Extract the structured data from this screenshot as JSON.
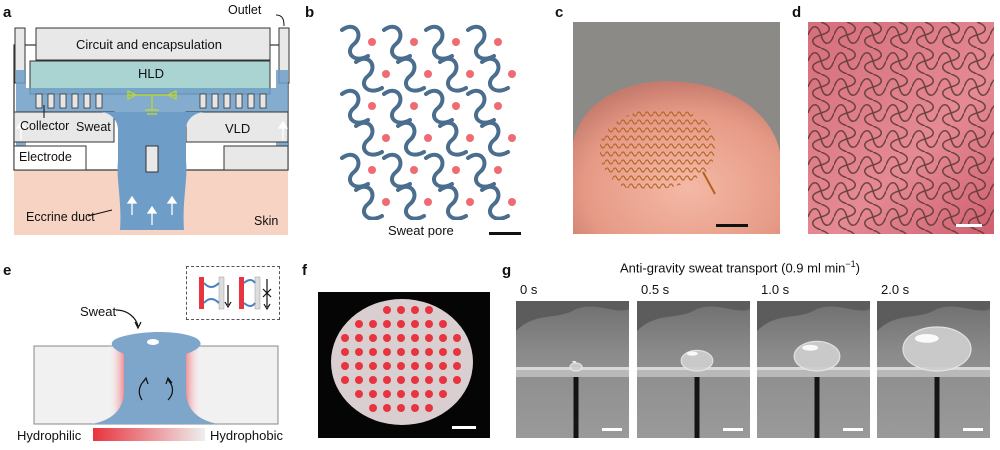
{
  "panels": {
    "a": {
      "letter": "a",
      "labels": {
        "outlet": "Outlet",
        "circuit": "Circuit and encapsulation",
        "hld": "HLD",
        "collector": "Collector",
        "sweat": "Sweat",
        "vld": "VLD",
        "electrode": "Electrode",
        "eccrine": "Eccrine duct",
        "skin": "Skin"
      }
    },
    "b": {
      "letter": "b",
      "caption": "Sweat pore"
    },
    "c": {
      "letter": "c"
    },
    "d": {
      "letter": "d"
    },
    "e": {
      "letter": "e",
      "sweat": "Sweat",
      "left": "Hydrophilic",
      "right": "Hydrophobic"
    },
    "f": {
      "letter": "f"
    },
    "g": {
      "letter": "g",
      "title_main": "Anti-gravity sweat transport (0.9 ml min",
      "title_sup": "−1",
      "title_end": ")",
      "times": [
        "0 s",
        "0.5 s",
        "1.0 s",
        "2.0 s"
      ],
      "droplet_levels": [
        0,
        0.35,
        0.6,
        1.0
      ]
    }
  },
  "colors": {
    "hld": "#a9d4d2",
    "fluid": "#6e9ec7",
    "skin": "#f6d3c2",
    "gray": "#e5e5e5",
    "serpentine": "#4b6d8e",
    "pore": "#ef6b73",
    "red": "#e8343f"
  }
}
